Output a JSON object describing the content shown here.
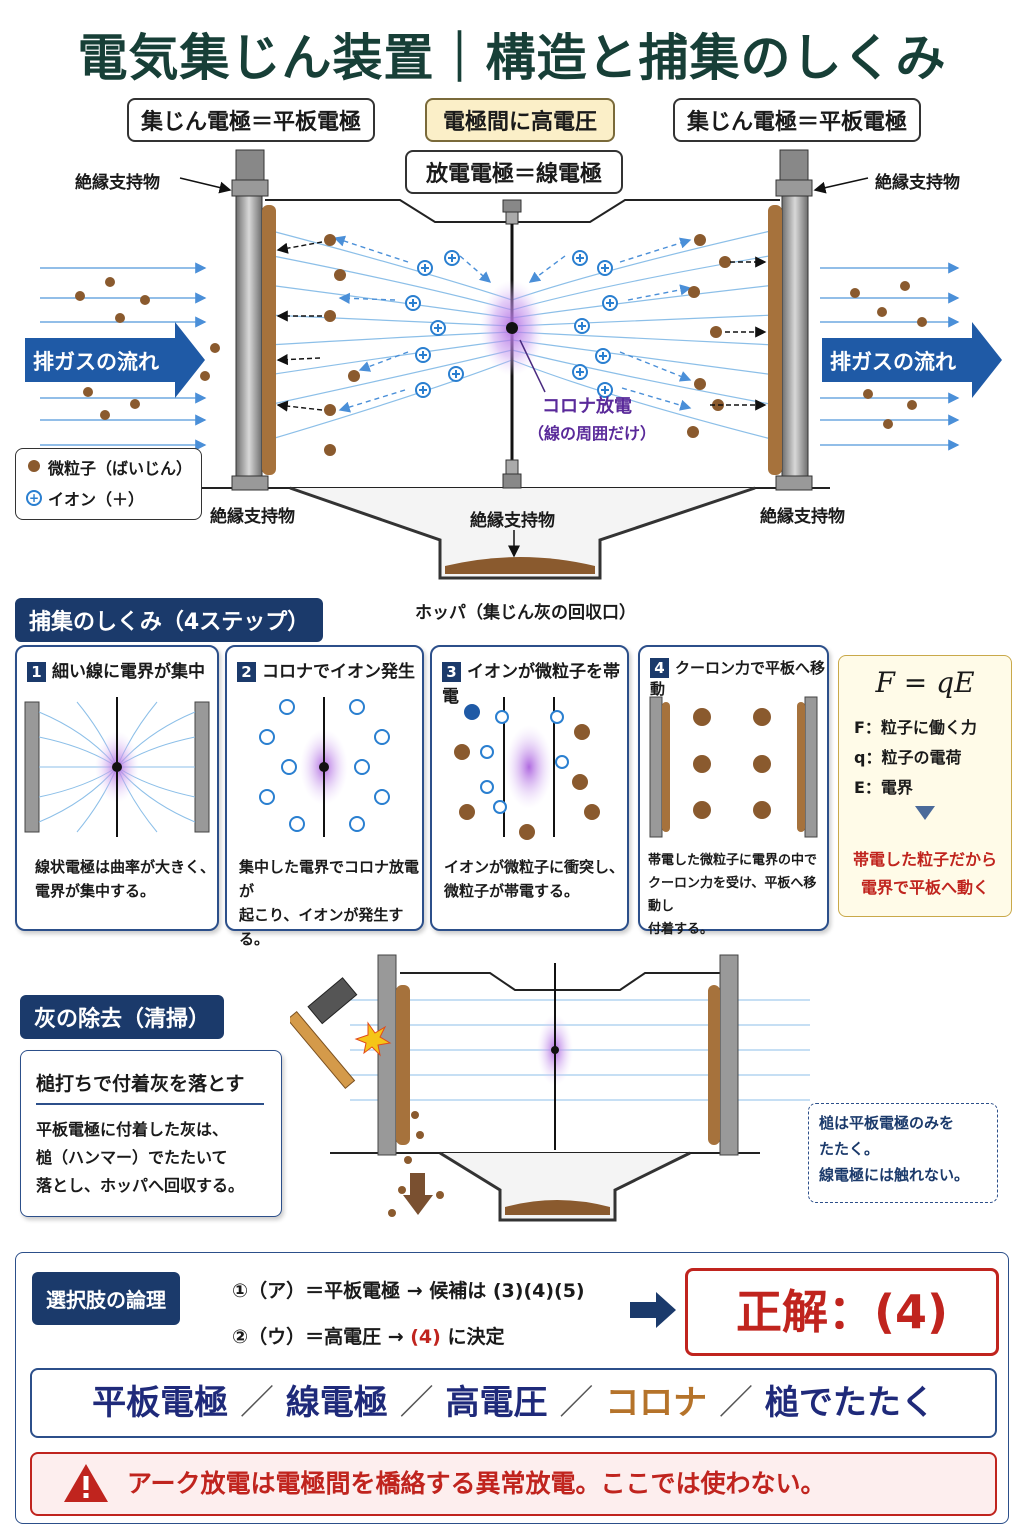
{
  "title": "電気集じん装置｜構造と捕集のしくみ",
  "top_labels": {
    "left_electrode": "集じん電極＝平板電極",
    "center_voltage": "電極間に高電圧",
    "right_electrode": "集じん電極＝平板電極",
    "discharge_electrode": "放電電極＝線電極"
  },
  "diagram": {
    "insulator_tl": "絶縁支持物",
    "insulator_tr": "絶縁支持物",
    "insulator_bl": "絶縁支持物",
    "insulator_bc": "絶縁支持物",
    "insulator_br": "絶縁支持物",
    "flow_left": "排ガスの流れ",
    "flow_right": "排ガスの流れ",
    "corona_1": "コロナ放電",
    "corona_2": "（線の周囲だけ）",
    "hopper": "ホッパ（集じん灰の回収口）",
    "legend_particle": "微粒子（ばいじん）",
    "legend_ion": "イオン（＋）"
  },
  "steps_section": {
    "title": "捕集のしくみ（4ステップ）",
    "steps": [
      {
        "num": "1",
        "head": "細い線に電界が集中",
        "text1": "線状電極は曲率が大きく、",
        "text2": "電界が集中する。",
        "text3": ""
      },
      {
        "num": "2",
        "head": "コロナでイオン発生",
        "text1": "集中した電界でコロナ放電が",
        "text2": "起こり、イオンが発生する。",
        "text3": ""
      },
      {
        "num": "3",
        "head": "イオンが微粒子を帯電",
        "text1": "イオンが微粒子に衝突し、",
        "text2": "微粒子が帯電する。",
        "text3": ""
      },
      {
        "num": "4",
        "head": "クーロン力で平板へ移動",
        "text1": "帯電した微粒子に電界の中で",
        "text2": "クーロン力を受け、平板へ移動し",
        "text3": "付着する。"
      }
    ],
    "formula": {
      "eq": "F = qE",
      "f": "F：粒子に働く力",
      "q": "q：粒子の電荷",
      "e": "E：電界",
      "conclusion1": "帯電した粒子だから",
      "conclusion2": "電界で平板へ動く"
    }
  },
  "cleaning": {
    "title": "灰の除去（清掃）",
    "box_head": "槌打ちで付着灰を落とす",
    "text1": "平板電極に付着した灰は、",
    "text2": "槌（ハンマー）でたたいて",
    "text3": "落とし、ホッパへ回収する。",
    "note1": "槌は平板電極のみを",
    "note2": "たたく。",
    "note3": "線電極には触れない。"
  },
  "answer": {
    "label": "選択肢の論理",
    "line1": "①（ア）＝平板電極 → 候補は (3)(4)(5)",
    "line2a": "②（ウ）＝高電圧 → ",
    "line2b": "(4)",
    "line2c": " に決定",
    "correct": "正解：(4)",
    "kw1": "平板電極",
    "kw2": "線電極",
    "kw3": "高電圧",
    "kw4": "コロナ",
    "kw5": "槌でたたく",
    "sep": "／",
    "warning": "アーク放電は電極間を橋絡する異常放電。ここでは使わない。"
  },
  "colors": {
    "navy": "#1b3a6b",
    "flow_blue": "#1f5aa6",
    "particle": "#8a5a2e",
    "ion": "#2a7fd0",
    "corona": "#a05ad6",
    "red": "#c0241e",
    "orange_kw": "#b5732a"
  }
}
